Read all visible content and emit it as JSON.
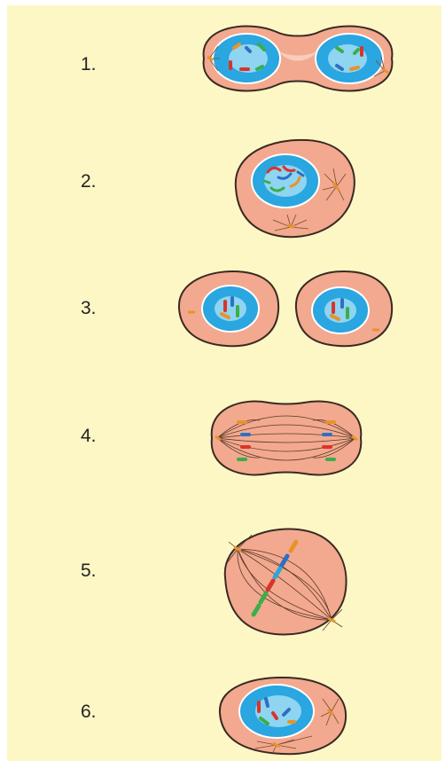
{
  "colors": {
    "background": "#fdf7c5",
    "cytoplasm": "#f2a98f",
    "cell_outline": "#3a2a22",
    "nucleus": "#2aa6e0",
    "nucleus_core": "#8fd4f0",
    "chromosome_red": "#d9342b",
    "chromosome_green": "#3aae4a",
    "chromosome_orange": "#e8932a",
    "chromosome_blue": "#2e6fc4"
  },
  "stages": [
    {
      "label": "1.",
      "icon": "telophase-cell-icon"
    },
    {
      "label": "2.",
      "icon": "prophase-cell-icon"
    },
    {
      "label": "3.",
      "icon": "daughter-cells-icon"
    },
    {
      "label": "4.",
      "icon": "anaphase-cell-icon"
    },
    {
      "label": "5.",
      "icon": "metaphase-cell-icon"
    },
    {
      "label": "6.",
      "icon": "early-prophase-cell-icon"
    }
  ]
}
